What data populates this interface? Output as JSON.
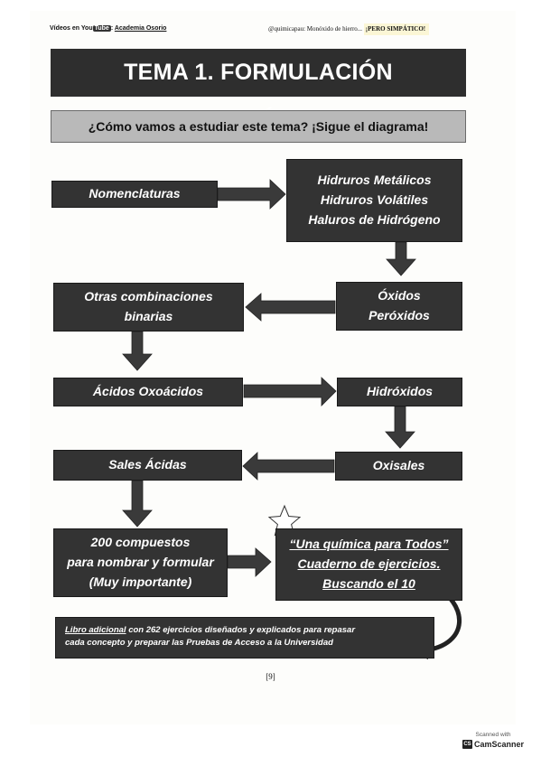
{
  "header": {
    "left_prefix": "Vídeos en",
    "left_youtube": "Tube",
    "left_sep": ":",
    "left_channel": "Academia Osorio",
    "right_text": "@quimicapau: Monóxido de hierro...",
    "right_highlight": "¡PERO SIMPÁTICO!"
  },
  "title": "TEMA 1. FORMULACIÓN INORGÁNICA",
  "subtitle": "¿Cómo vamos a estudiar este tema? ¡Sigue el diagrama!",
  "diagram": {
    "nomenclaturas": "Nomenclaturas",
    "hidruros": [
      "Hidruros Metálicos",
      "Hidruros Volátiles",
      "Haluros de Hidrógeno"
    ],
    "otras": [
      "Otras combinaciones",
      "binarias"
    ],
    "oxidos": [
      "Óxidos",
      "Peróxidos"
    ],
    "acidos": "Ácidos Oxoácidos",
    "hidroxidos": "Hidróxidos",
    "sales": "Sales Ácidas",
    "oxisales": "Oxisales",
    "compuestos": [
      "200 compuestos",
      "para nombrar y formular",
      "(Muy importante)"
    ],
    "libro_quimica": [
      "“Una química para Todos”",
      "Cuaderno de ejercicios.",
      "Buscando el 10"
    ]
  },
  "libro_adicional": {
    "link": "Libro adicional",
    "text1": " con 262 ejercicios diseñados y explicados para repasar",
    "text2": "cada concepto y preparar las Pruebas de Acceso a la Universidad"
  },
  "page_number": "[9]",
  "watermark": {
    "scanned": "Scanned with",
    "mark": "CS",
    "brand": "CamScanner"
  },
  "colors": {
    "box": "#333333",
    "arrow": "#3a3a3a",
    "subtitle_bg": "#b9b9b9",
    "header_highlight": "#fbf6d5"
  },
  "icons": [
    "star-icon",
    "curved-arrow-icon",
    "youtube-logo-icon",
    "camscanner-logo-icon"
  ]
}
